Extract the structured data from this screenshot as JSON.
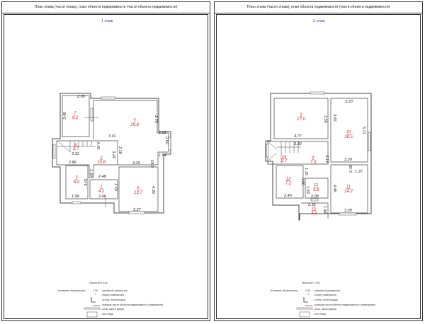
{
  "sheets": [
    {
      "header": "План этажа (части этажа), план объекта недвижимости (части объекта недвижимости)",
      "floor_label": "1 этаж",
      "rooms": [
        {
          "num": "7",
          "area": "9.2"
        },
        {
          "num": "4",
          "area": "29.8"
        },
        {
          "num": "6",
          "area": "3.7"
        },
        {
          "num": "2",
          "area": "10.8"
        },
        {
          "num": "3",
          "area": "6.0"
        },
        {
          "num": "1",
          "area": "4.2"
        },
        {
          "num": "5",
          "area": "13.7"
        }
      ],
      "dims": [
        "2.09",
        "3.40",
        "2.73",
        "1.02",
        "2.50",
        "1.04",
        "3.41",
        "0.91",
        "2.18",
        "3.31",
        "2.86",
        "3.29",
        "3.25",
        "0.63",
        "1.30",
        "2.48",
        "3.01",
        "1.69",
        "1.99",
        "2.46",
        "4.30",
        "3.27"
      ]
    },
    {
      "header": "План этажа (части этажа), план объекта недвижимости (части объекта недвижимости)",
      "floor_label": "2 этаж",
      "rooms": [
        {
          "num": "9",
          "area": "17.0"
        },
        {
          "num": "10",
          "area": "18.5"
        },
        {
          "num": "14",
          "area": "2.7"
        },
        {
          "num": "8",
          "area": "7.3"
        },
        {
          "num": "13",
          "area": "7.2"
        },
        {
          "num": "12",
          "area": "3.8"
        },
        {
          "num": "11",
          "area": "14.2"
        },
        {
          "num": "15",
          "area": "3.2"
        }
      ],
      "dims": [
        "3.20",
        "3.56",
        "3.66",
        "5.71",
        "4.77",
        "3.30",
        "3.13",
        "3.29",
        "0.30",
        "1.37",
        "1.15",
        "3.00",
        "1.83",
        "4.45",
        "2.40",
        "2.08",
        "2.35",
        "1.44",
        "3.28"
      ]
    }
  ],
  "legend": {
    "scale": "Масштаб 1:100",
    "title": "Условные обозначения:",
    "sample_dim": "2,00",
    "sample_num": "1",
    "items": [
      "- линейный размер (м)",
      "- номер помещения",
      "- стены, перегородки",
      "- граница части объекта недвижимости (помещения)",
      "- окна, окна и двери",
      "- лестница"
    ]
  },
  "colors": {
    "room_label": "#e02020",
    "floor_label": "#2233bb",
    "line": "#444444"
  }
}
